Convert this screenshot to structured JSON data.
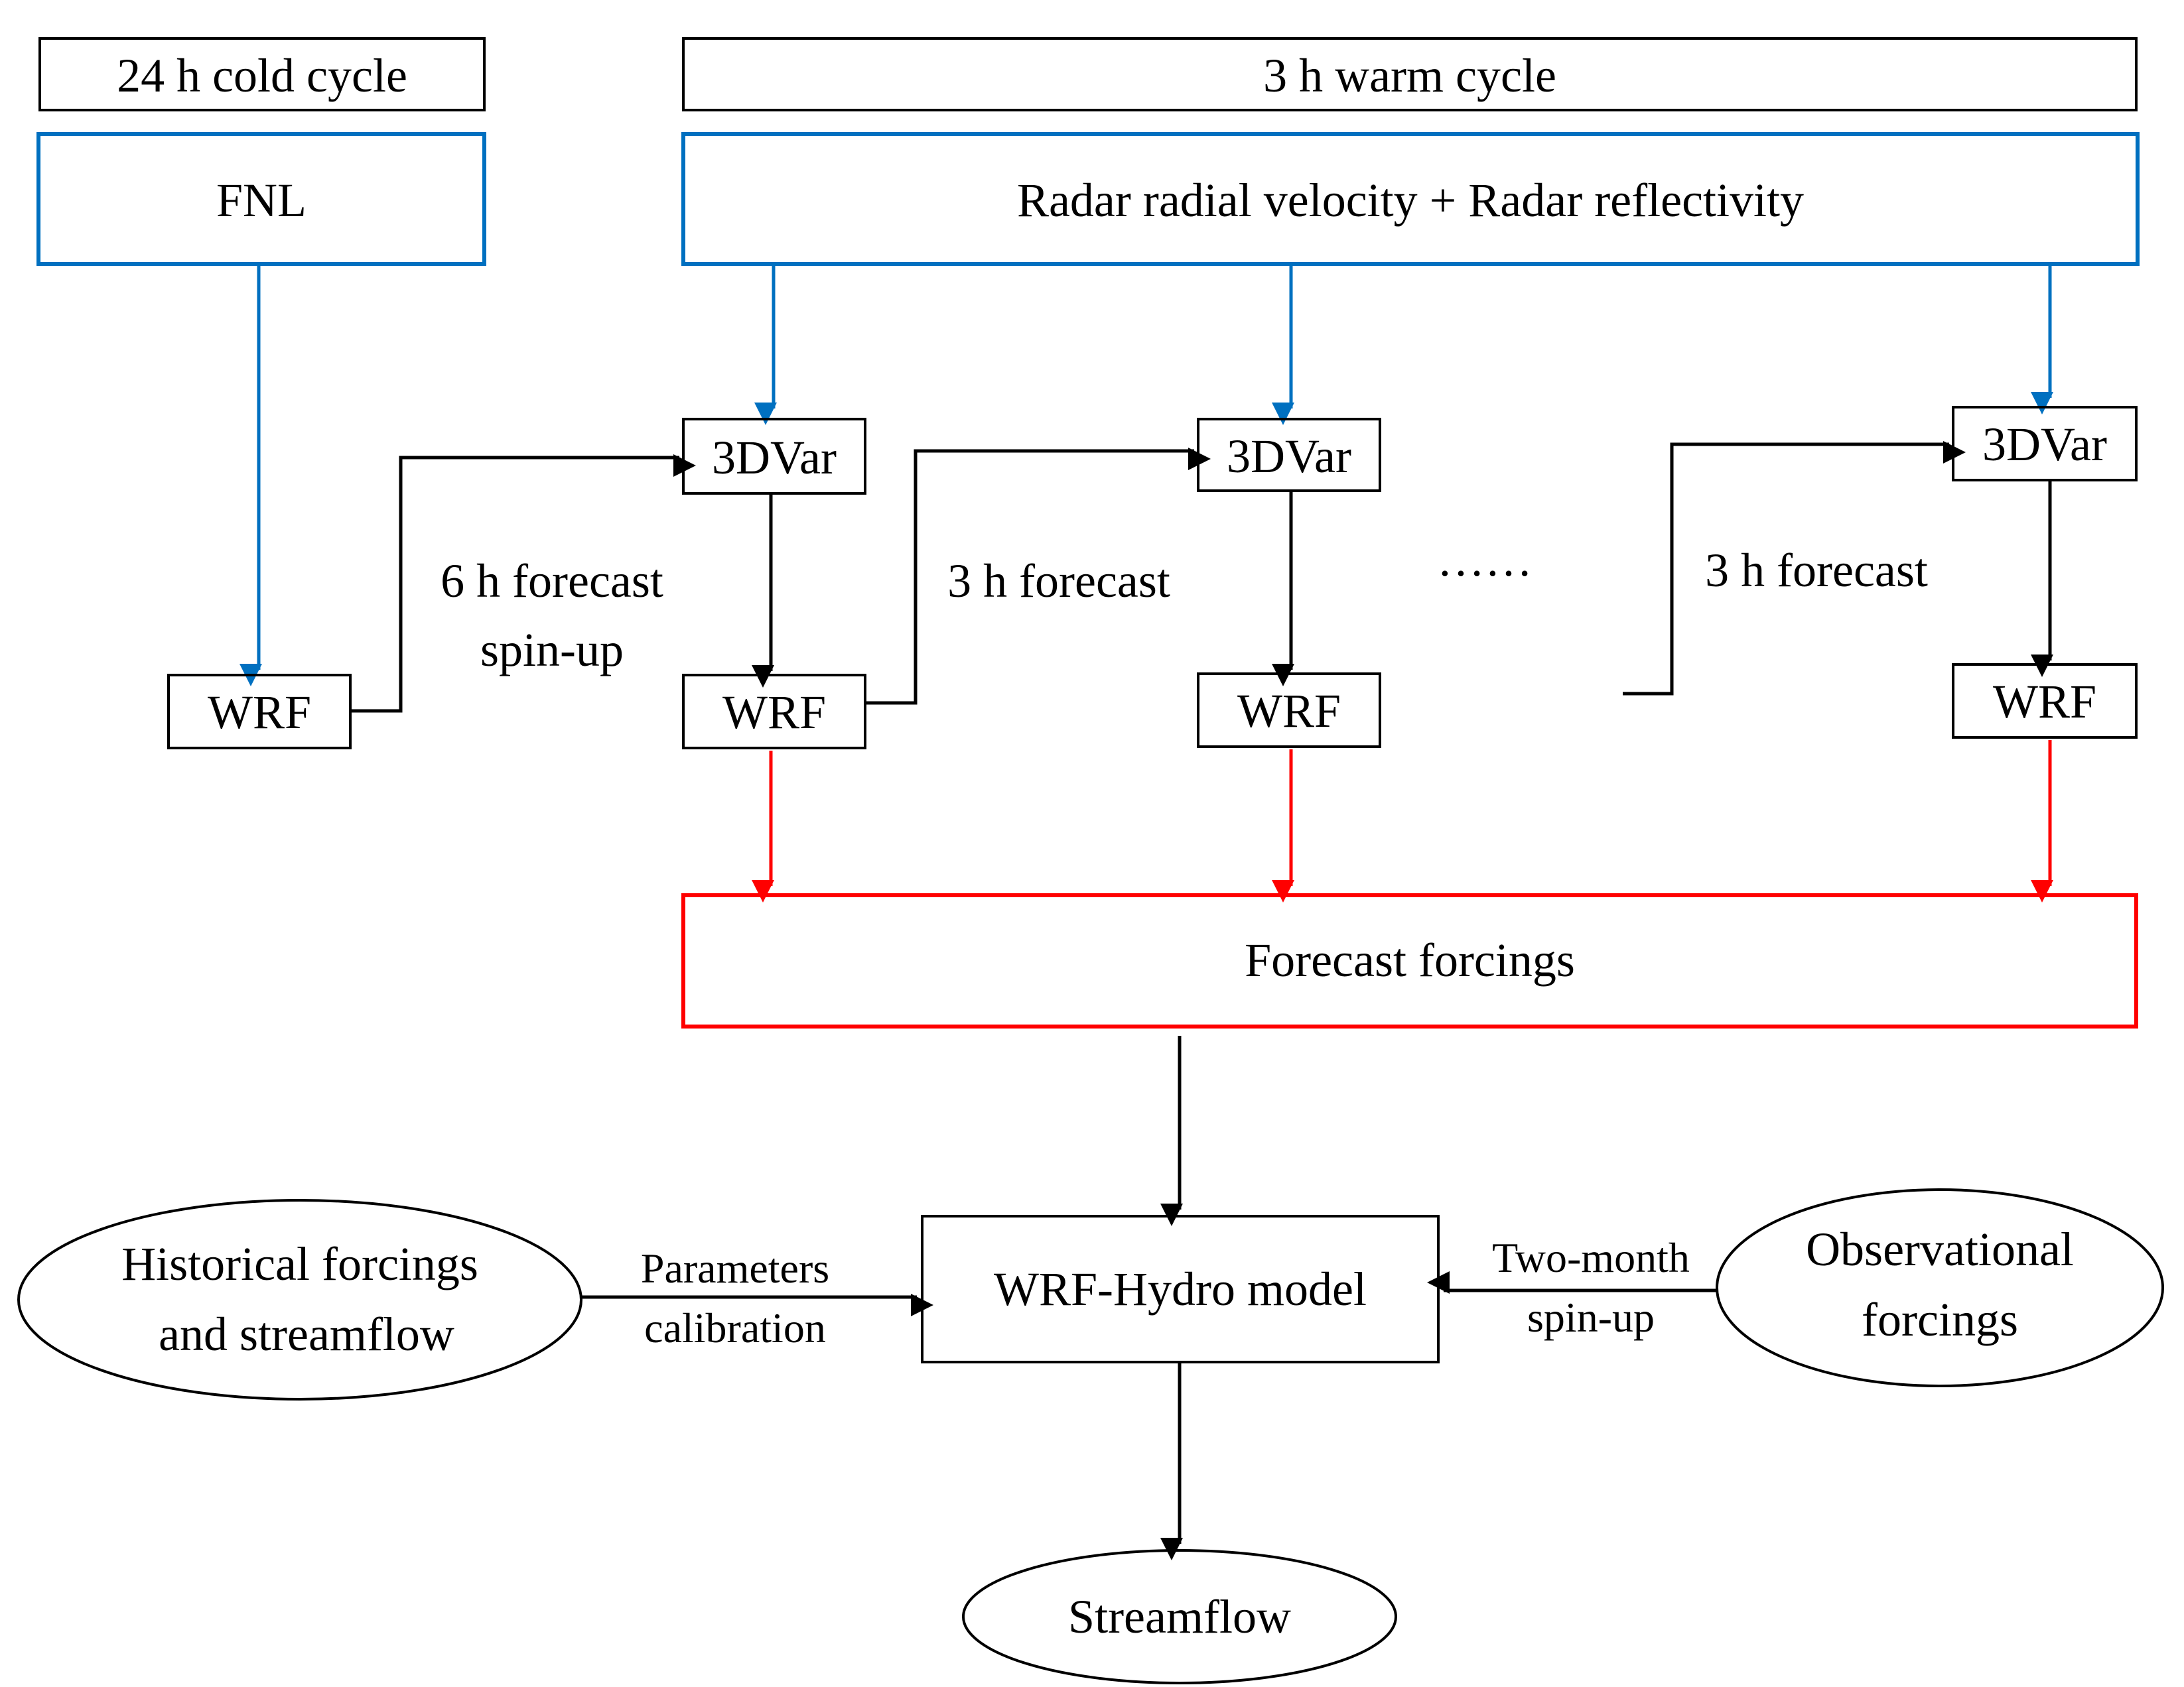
{
  "header": {
    "cold_cycle": "24 h cold cycle",
    "warm_cycle": "3 h warm cycle"
  },
  "inputs": {
    "fnl": "FNL",
    "radar": "Radar radial velocity + Radar reflectivity"
  },
  "nodes": {
    "threedvar": [
      "3DVar",
      "3DVar",
      "3DVar"
    ],
    "wrf": [
      "WRF",
      "WRF",
      "WRF",
      "WRF"
    ],
    "forecast_forcings": "Forecast forcings",
    "wrf_hydro": "WRF-Hydro model",
    "historical": [
      "Historical forcings",
      "and streamflow"
    ],
    "observational": [
      "Observational",
      "forcings"
    ],
    "streamflow": "Streamflow"
  },
  "edge_labels": {
    "spinup_6h": [
      "6 h forecast",
      "spin-up"
    ],
    "forecast_3h_a": "3 h forecast",
    "forecast_3h_b": "3 h forecast",
    "ellipsis": "……",
    "calibration": [
      "Parameters",
      "calibration"
    ],
    "two_month": [
      "Two-month",
      "spin-up"
    ]
  },
  "colors": {
    "blue": "#0070c0",
    "red": "#ff0000",
    "black": "#000000"
  }
}
